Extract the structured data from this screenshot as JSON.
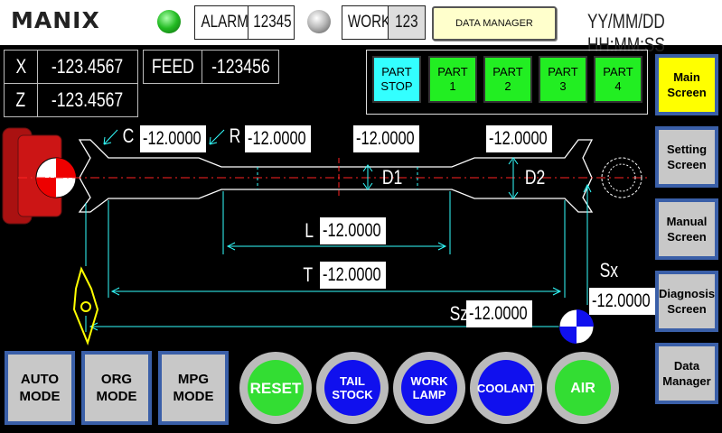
{
  "header": {
    "logo": "MANIX",
    "alarm_label": "ALARM",
    "alarm_value": "12345",
    "work_label": "WORK",
    "work_value": "123",
    "data_manager": "DATA MANAGER",
    "datetime": "YY/MM/DD HH:MM:SS"
  },
  "coords": {
    "x_label": "X",
    "x_value": "-123.4567",
    "z_label": "Z",
    "z_value": "-123.4567",
    "feed_label": "FEED",
    "feed_value": "-123456"
  },
  "parts": [
    {
      "label": "PART\nSTOP"
    },
    {
      "label": "PART\n1"
    },
    {
      "label": "PART\n2"
    },
    {
      "label": "PART\n3"
    },
    {
      "label": "PART\n4"
    }
  ],
  "side": [
    {
      "label": "Main\nScreen"
    },
    {
      "label": "Setting\nScreen"
    },
    {
      "label": "Manual\nScreen"
    },
    {
      "label": "Diagnosis\nScreen"
    },
    {
      "label": "Data\nManager"
    }
  ],
  "modes": [
    {
      "label": "AUTO\nMODE"
    },
    {
      "label": "ORG\nMODE"
    },
    {
      "label": "MPG\nMODE"
    }
  ],
  "actions": [
    {
      "label": "RESET"
    },
    {
      "label": "TAIL\nSTOCK"
    },
    {
      "label": "WORK\nLAMP"
    },
    {
      "label": "COOLANT"
    },
    {
      "label": "AIR"
    }
  ],
  "drawing": {
    "c_label": "C",
    "c_value": "-12.0000",
    "r_label": "R",
    "r_value": "-12.0000",
    "d1_value": "-12.0000",
    "d2_value": "-12.0000",
    "d1_label": "D1",
    "d2_label": "D2",
    "l_label": "L",
    "l_value": "-12.0000",
    "t_label": "T",
    "t_value": "-12.0000",
    "sz_label": "Sz",
    "sz_value": "-12.0000",
    "sx_label": "Sx",
    "sx_value": "-12.0000"
  },
  "colors": {
    "part_stop": "#33ffff",
    "part": "#22ee22",
    "side_active": "#ffff00",
    "reset": "#33dd33",
    "blue": "#1010ee",
    "cyan_line": "#33ffff"
  }
}
